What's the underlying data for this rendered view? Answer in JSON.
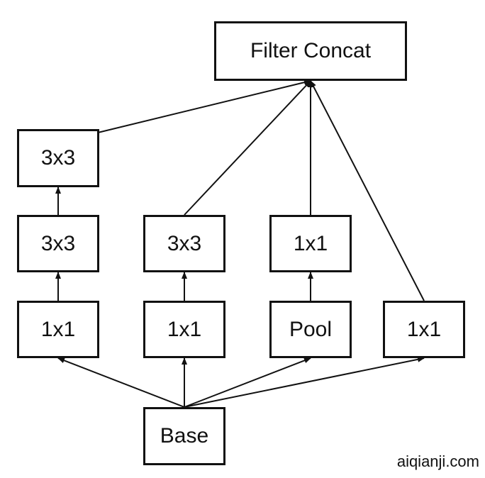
{
  "diagram": {
    "nodes": {
      "filter_concat": "Filter Concat",
      "col1_top": "3x3",
      "col1_mid": "3x3",
      "col1_bottom": "1x1",
      "col2_mid": "3x3",
      "col2_bottom": "1x1",
      "col3_mid": "1x1",
      "col3_bottom": "Pool",
      "col4_bottom": "1x1",
      "base": "Base"
    },
    "edges": [
      {
        "from": "base",
        "to": "col1_bottom"
      },
      {
        "from": "base",
        "to": "col2_bottom"
      },
      {
        "from": "base",
        "to": "col3_bottom"
      },
      {
        "from": "base",
        "to": "col4_bottom"
      },
      {
        "from": "col1_bottom",
        "to": "col1_mid"
      },
      {
        "from": "col1_mid",
        "to": "col1_top"
      },
      {
        "from": "col2_bottom",
        "to": "col2_mid"
      },
      {
        "from": "col3_bottom",
        "to": "col3_mid"
      },
      {
        "from": "col1_top",
        "to": "filter_concat"
      },
      {
        "from": "col2_mid",
        "to": "filter_concat"
      },
      {
        "from": "col3_mid",
        "to": "filter_concat"
      },
      {
        "from": "col4_bottom",
        "to": "filter_concat"
      }
    ]
  },
  "watermark": "aiqianji.com"
}
